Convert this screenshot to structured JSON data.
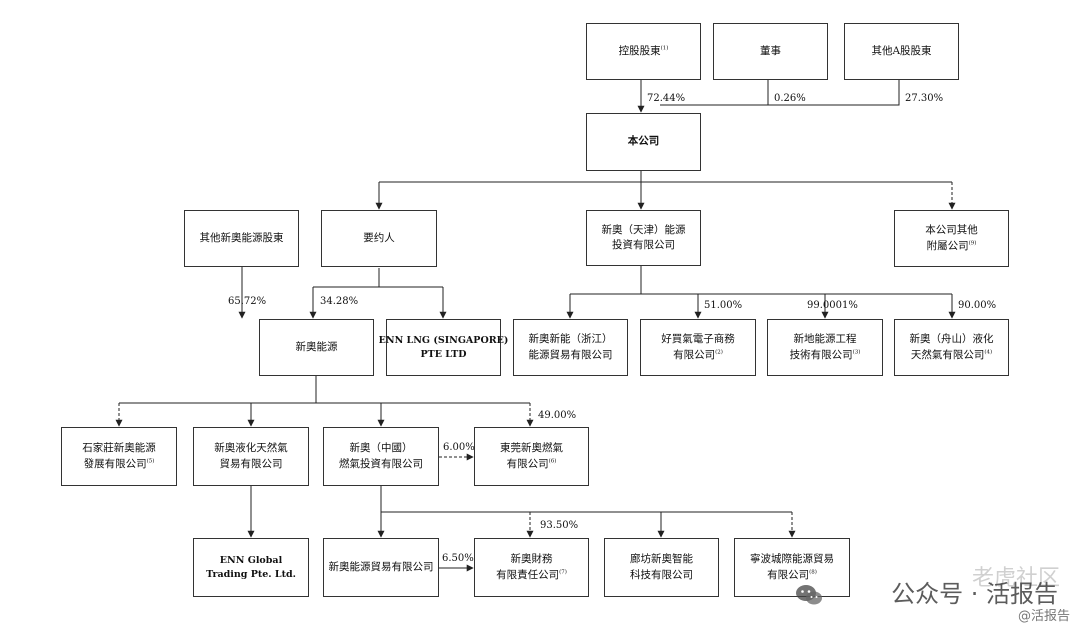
{
  "watermark": {
    "main": "公众号 · 活报告",
    "sub": "@活报告",
    "corner": "老虎社区"
  },
  "boxes": {
    "controlling": [
      "控股股東",
      "(1)"
    ],
    "directors": [
      "董事"
    ],
    "other_a": [
      "其他A股股東"
    ],
    "company": [
      "本公司"
    ],
    "other_xinao": [
      "其他新奧能源股東"
    ],
    "offeror": [
      "要约人"
    ],
    "tianjin": [
      "新奧（天津）能源",
      "投資有限公司"
    ],
    "other_subs": [
      "本公司其他",
      "附屬公司",
      "(9)"
    ],
    "xinao_energy": [
      "新奧能源"
    ],
    "enn_lng": [
      "ENN LNG (SINGAPORE)",
      "PTE LTD"
    ],
    "zhejiang": [
      "新奧新能（浙江）",
      "能源貿易有限公司"
    ],
    "haomaiqi": [
      "好買氣電子商務",
      "有限公司",
      "(2)"
    ],
    "xindi": [
      "新地能源工程",
      "技術有限公司",
      "(3)"
    ],
    "zhoushan": [
      "新奧（舟山）液化",
      "天然氣有限公司",
      "(4)"
    ],
    "shijiazhuang": [
      "石家莊新奧能源",
      "發展有限公司",
      "(5)"
    ],
    "lng_trading": [
      "新奧液化天然氣",
      "貿易有限公司"
    ],
    "china_gas": [
      "新奧（中國）",
      "燃氣投資有限公司"
    ],
    "dongguan": [
      "東莞新奧燃氣",
      "有限公司",
      "(6)"
    ],
    "enn_global": [
      "ENN Global",
      "Trading Pte. Ltd."
    ],
    "energy_trading": [
      "新奧能源貿易有限公司"
    ],
    "finance": [
      "新奧財務",
      "有限責任公司",
      "(7)"
    ],
    "langfang": [
      "廊坊新奧智能",
      "科技有限公司"
    ],
    "ningbo": [
      "寧波城際能源貿易",
      "有限公司",
      "(8)"
    ]
  },
  "percentages": {
    "controlling": "72.44%",
    "directors": "0.26%",
    "other_a": "27.30%",
    "other_xinao": "65.72%",
    "offeror": "34.28%",
    "haomaiqi": "51.00%",
    "xindi": "99.0001%",
    "zhoushan": "90.00%",
    "dongguan": "49.00%",
    "china_gas_to_dongguan": "6.00%",
    "finance": "93.50%",
    "energy_trading_to_finance": "6.50%"
  }
}
